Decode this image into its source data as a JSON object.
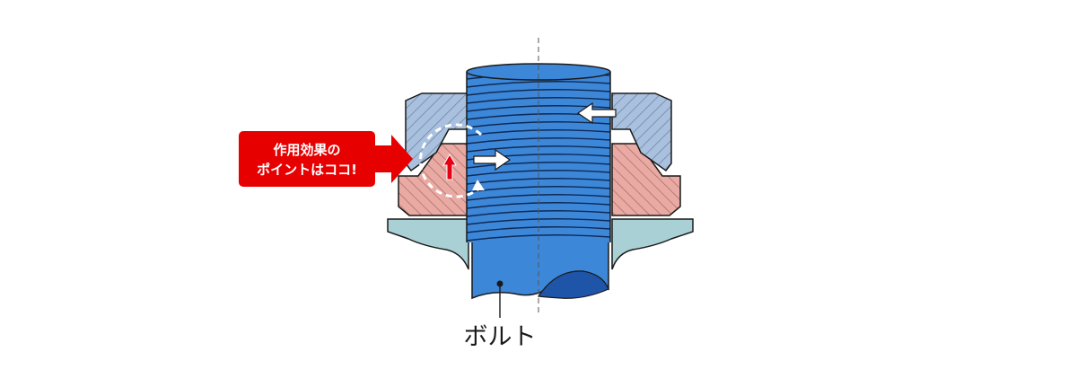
{
  "callout": {
    "line1": "作用効果の",
    "line2": "ポイントはココ!"
  },
  "labels": {
    "bolt": "ボルト"
  },
  "colors": {
    "upper_nut": "#a9c1de",
    "lower_nut": "#e9aaa4",
    "washer": "#a9d1d5",
    "bolt": "#3d87d9",
    "bolt_dark": "#1e55a8",
    "callout_red": "#e60000",
    "arrow_red": "#e60012"
  },
  "icons": {
    "callout": "red-pointer-callout",
    "force_arrows": "white-arrow",
    "rotation": "dashed-circle-arrow"
  }
}
